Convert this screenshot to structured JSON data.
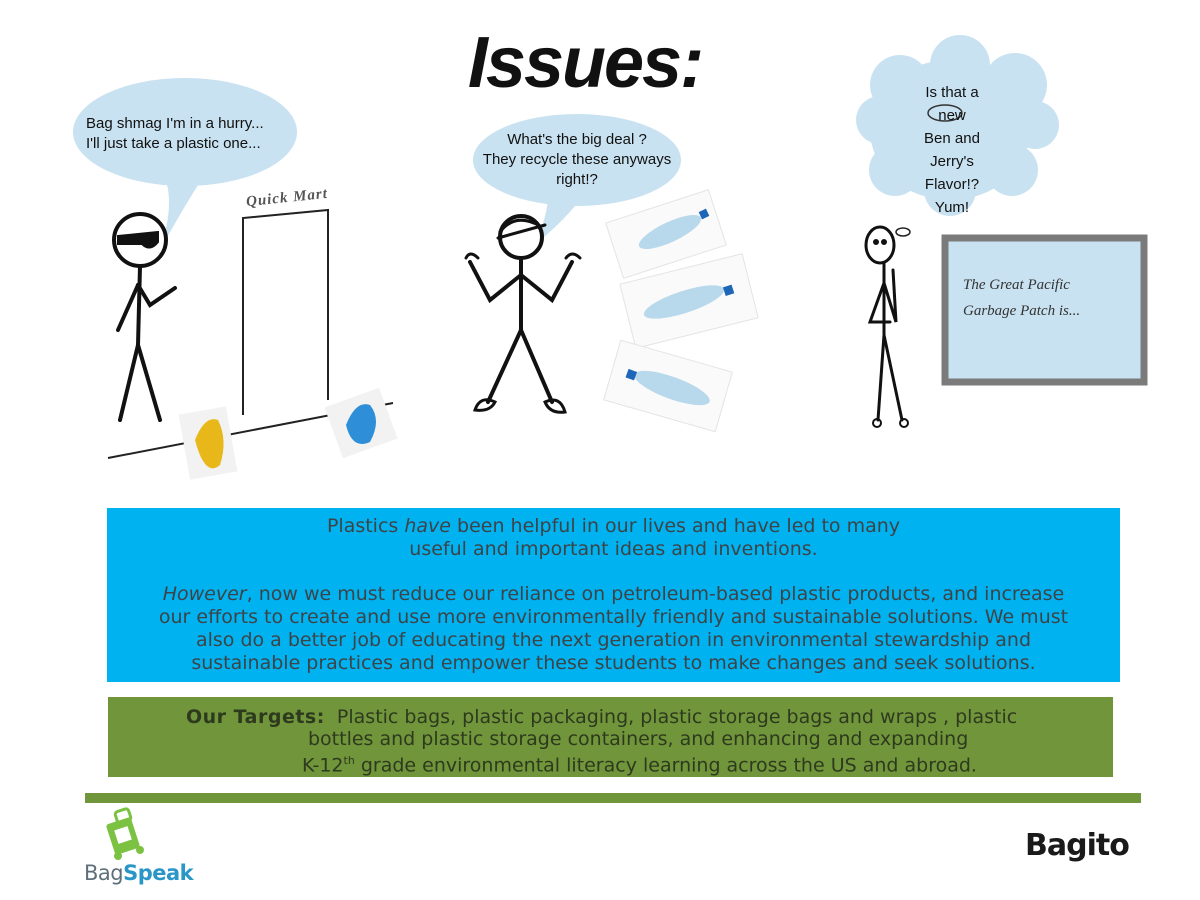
{
  "title": "Issues:",
  "panel1": {
    "speech_line1": "Bag shmag I'm in a hurry...",
    "speech_line2": "I'll just take  a plastic one...",
    "store_sign": "Quick Mart"
  },
  "panel2": {
    "speech_line1": "What's the big deal ?",
    "speech_line2": "They recycle these anyways",
    "speech_line3": "right!?"
  },
  "panel3": {
    "thought_lines": [
      "Is that a",
      "new",
      "Ben and",
      "Jerry's",
      "Flavor!?",
      "Yum!"
    ],
    "tv_line1": "The Great Pacific",
    "tv_line2": "Garbage Patch is..."
  },
  "info": {
    "p1_prefix": "Plastics ",
    "p1_em": "have",
    "p1_rest": " been helpful in our lives and have led to many",
    "p1_line2": "useful and important ideas and inventions.",
    "p2_em": "However",
    "p2_rest": ", now we must reduce our reliance on petroleum-based plastic products, and increase",
    "p2_line2": "our efforts to create and use more environmentally friendly and sustainable solutions. We must",
    "p2_line3": "also do a better job of educating the next generation in environmental stewardship and",
    "p2_line4": "sustainable practices and empower these students to make changes and seek solutions."
  },
  "targets": {
    "label": "Our Targets:",
    "line1": "  Plastic bags, plastic packaging, plastic storage bags and wraps , plastic",
    "line2": "bottles and plastic storage containers, and enhancing and expanding",
    "line3_prefix": "K-12",
    "line3_sup": "th",
    "line3_rest": " grade environmental literacy learning across the US and abroad."
  },
  "logos": {
    "bagspeak_bag": "Bag",
    "bagspeak_speak": "Speak",
    "bagito": "Bagito"
  },
  "colors": {
    "blue_box": "#00b2f0",
    "green_box": "#70953a",
    "bubble": "#c9e2f1"
  }
}
